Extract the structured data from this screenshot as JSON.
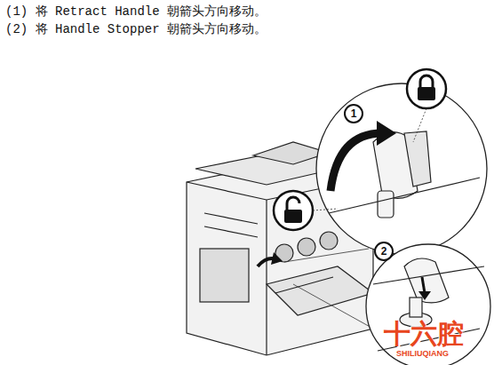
{
  "diagram": {
    "nodes": [
      {
        "text": [
          "1"
        ]
      },
      {
        "text": [
          "2"
        ]
      }
    ],
    "labels": [
      "(1) 将 Retract Handle 朝箭头方向移动。",
      "(2) 将 Handle Stopper 朝箭头方向移动。",
      "十六腔",
      "SHILIUQIANG"
    ]
  }
}
